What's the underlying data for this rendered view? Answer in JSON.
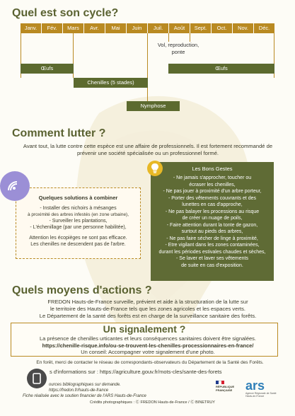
{
  "section1": {
    "title": "Quel est son cycle?",
    "months": [
      "Janv.",
      "Fév.",
      "Mars",
      "Avr.",
      "Mai",
      "Juin",
      "Juil.",
      "Août",
      "Sept.",
      "Oct.",
      "Nov.",
      "Déc."
    ],
    "stages": {
      "vol_label": "Vol, reproduction, ponte",
      "oeufs_left": "Œufs",
      "oeufs_right": "Œufs",
      "chenilles": "Chenilles (5 stades)",
      "nymphose": "Nymphose"
    }
  },
  "section2": {
    "title": "Comment lutter ?",
    "intro": "Avant tout, la lutte contre cette espèce est une affaire de professionnels. Il est fortement recommandé de prévenir une société spécialisée ou un professionnel formé.",
    "solutions": {
      "title": "Quelques solutions à combiner",
      "lines": [
        "- Installer des nichoirs à mésanges",
        "à proximité des arbres infestés (en zone urbaine),",
        "- Surveiller les plantations,",
        "- L'échenillage (par une personne habilitée),",
        "",
        "Attention les écopièges ne sont pas efficace.",
        "Les chenilles ne descendent pas de l'arbre."
      ]
    },
    "gestes": {
      "title": "Les Bons Gestes",
      "lines": [
        "- Ne jamais s'approcher, toucher ou",
        "écraser les chenilles,",
        "- Ne pas jouer à proximité d'un arbre porteur,",
        "- Porter des vêtements couvrants et des",
        "lunettes en cas d'approche,",
        "- Ne pas balayer les processions au risque",
        "de créer un nuage de poils,",
        "- Faire attention durant la tonte de gazon,",
        "surtout au pieds des arbres,",
        "- Ne pas faire sécher de linge à proximité,",
        "- Etre vigilant dans les zones contaminées,",
        "durant les périodes estivales chaudes et sèches,",
        "- Se laver et laver ses vêtements",
        "de suite en cas d'exposition."
      ]
    }
  },
  "section3": {
    "title": "Quels moyens d'actions ?",
    "lines": [
      "FREDON Hauts-de-France surveille, prévient et aide à la structuration de la lutte sur",
      "le territoire des Hauts-de-France tels que les zones agricoles et les espaces verts.",
      "Le Département de la santé des forêts est en charge de la surveillance sanitaire des forêts."
    ]
  },
  "signalement": {
    "title": "Un signalement ?",
    "line1": "La présence de chenilles urticantes et leurs conséquences sanitaires doivent être signalées.",
    "link": "https://chenille-risque.info/ou-se-trouvent-les-chenilles-processionnaires-en-france/",
    "line3": "Un conseil: Accompagner votre signalement d'une photo."
  },
  "footer": {
    "line1": "En forêt, merci de contacter le réseau de correspondants-observateurs du Département de la Santé des Forêts.",
    "line2": "s d'informations sur : https://agriculture.gouv.fr/mots-cles/sante-des-forets",
    "src1": "ources bibliographiques sur demande.",
    "src2": "https://fredon.fr/hauts-de-france",
    "src3": "Fiche réalisée avec le soutien financier de l'ARS Hauts-de-France",
    "credits": "Crédits photographiques : Ⓒ FREDON Hauts-de-France / Ⓒ BINETRUY",
    "rf_label": "RÉPUBLIQUE FRANÇAISE",
    "ars_label": "ars",
    "ars_sub": "Agence Régionale de Santé Hauts-de-France"
  },
  "colors": {
    "olive": "#5c6a2f",
    "gold": "#b98a22",
    "title_green": "#5a6231"
  }
}
